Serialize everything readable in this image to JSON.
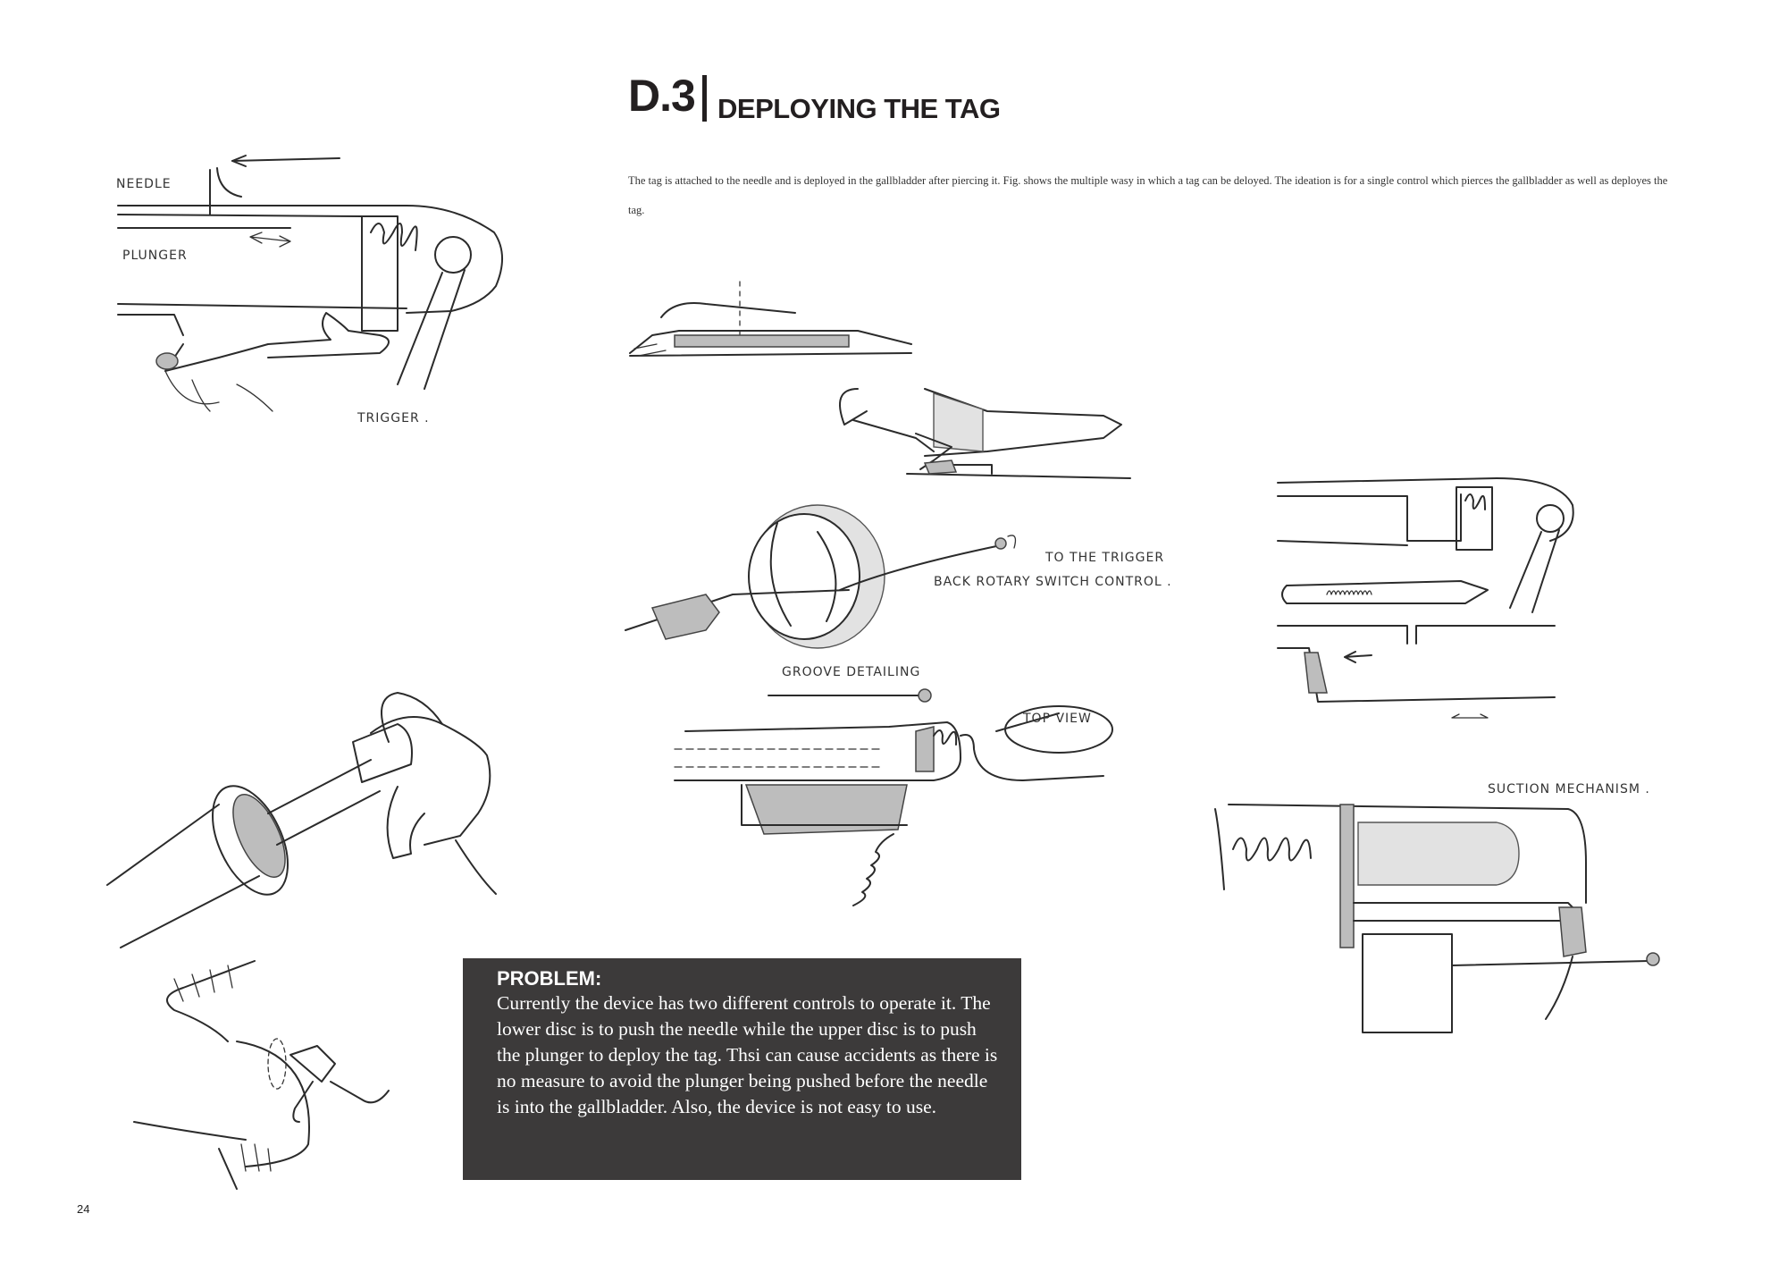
{
  "heading": {
    "code": "D.3",
    "title": "DEPLOYING THE TAG"
  },
  "intro": "The tag is attached to the needle and is deployed in the gallbladder after piercing it. Fig. shows the multiple wasy in which a tag can be deloyed. The ideation is for a single control which pierces the gallbladder as well as deployes the tag.",
  "problem": {
    "title": "PROBLEM:",
    "text": "Currently the device has two different controls to operate it. The lower disc is to push the needle while the upper disc is to push the plunger to deploy the tag. Thsi can cause accidents as there is no measure to avoid the plunger being pushed before the needle is into the gallbladder. Also, the device is not easy to use."
  },
  "sketch_labels": {
    "needle": "NEEDLE",
    "plunger": "PLUNGER",
    "trigger": "TRIGGER .",
    "to_the_trigger": "TO THE TRIGGER",
    "back_rotary": "BACK ROTARY SWITCH CONTROL .",
    "groove": "GROOVE DETAILING",
    "top_view": "TOP VIEW",
    "suction": "SUCTION MECHANISM ."
  },
  "page_number": "24"
}
